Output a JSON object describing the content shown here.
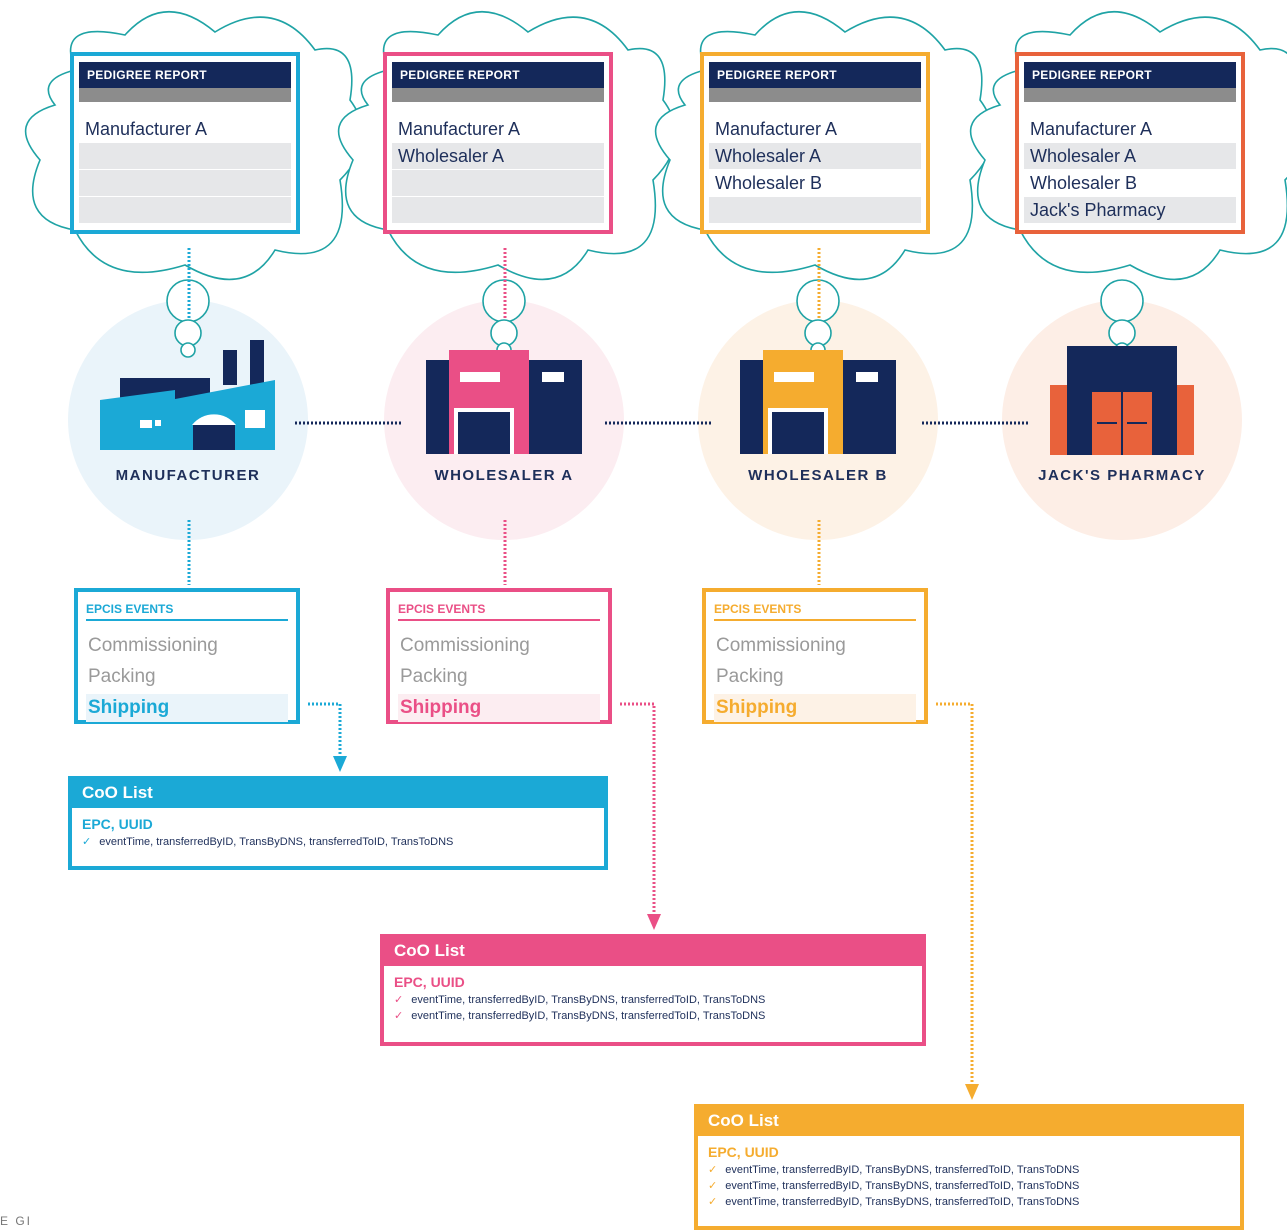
{
  "colors": {
    "manufacturer": "#1ba9d6",
    "wholesaler_a": "#ea4f86",
    "wholesaler_b": "#f5ac2f",
    "pharmacy": "#e8623b",
    "navy": "#14285a",
    "cloud_stroke": "#1fa3a5"
  },
  "nodes": [
    {
      "label": "MANUFACTURER",
      "icon": "factory-icon",
      "report": {
        "title": "PEDIGREE REPORT",
        "rows": [
          "Manufacturer A",
          "",
          "",
          ""
        ]
      },
      "events": {
        "title": "EPCIS EVENTS",
        "items": [
          "Commissioning",
          "Packing",
          "Shipping"
        ]
      },
      "coo": {
        "title": "CoO List",
        "epc": "EPC, UUID",
        "lines": [
          "eventTime, transferredByID, TransByDNS, transferredToID, TransToDNS"
        ]
      }
    },
    {
      "label": "WHOLESALER A",
      "icon": "warehouse-icon",
      "report": {
        "title": "PEDIGREE REPORT",
        "rows": [
          "Manufacturer A",
          "Wholesaler A",
          "",
          ""
        ]
      },
      "events": {
        "title": "EPCIS EVENTS",
        "items": [
          "Commissioning",
          "Packing",
          "Shipping"
        ]
      },
      "coo": {
        "title": "CoO List",
        "epc": "EPC, UUID",
        "lines": [
          "eventTime, transferredByID, TransByDNS, transferredToID, TransToDNS",
          "eventTime, transferredByID, TransByDNS, transferredToID, TransToDNS"
        ]
      }
    },
    {
      "label": "WHOLESALER B",
      "icon": "warehouse-icon",
      "report": {
        "title": "PEDIGREE REPORT",
        "rows": [
          "Manufacturer A",
          "Wholesaler A",
          "Wholesaler B",
          ""
        ]
      },
      "events": {
        "title": "EPCIS EVENTS",
        "items": [
          "Commissioning",
          "Packing",
          "Shipping"
        ]
      },
      "coo": {
        "title": "CoO List",
        "epc": "EPC, UUID",
        "lines": [
          "eventTime, transferredByID, TransByDNS, transferredToID, TransToDNS",
          "eventTime, transferredByID, TransByDNS, transferredToID, TransToDNS",
          "eventTime, transferredByID, TransByDNS, transferredToID, TransToDNS"
        ]
      }
    },
    {
      "label": "JACK'S PHARMACY",
      "icon": "pharmacy-icon",
      "report": {
        "title": "PEDIGREE REPORT",
        "rows": [
          "Manufacturer A",
          "Wholesaler A",
          "Wholesaler B",
          "Jack's Pharmacy"
        ]
      }
    }
  ],
  "margin_text": "E GI"
}
